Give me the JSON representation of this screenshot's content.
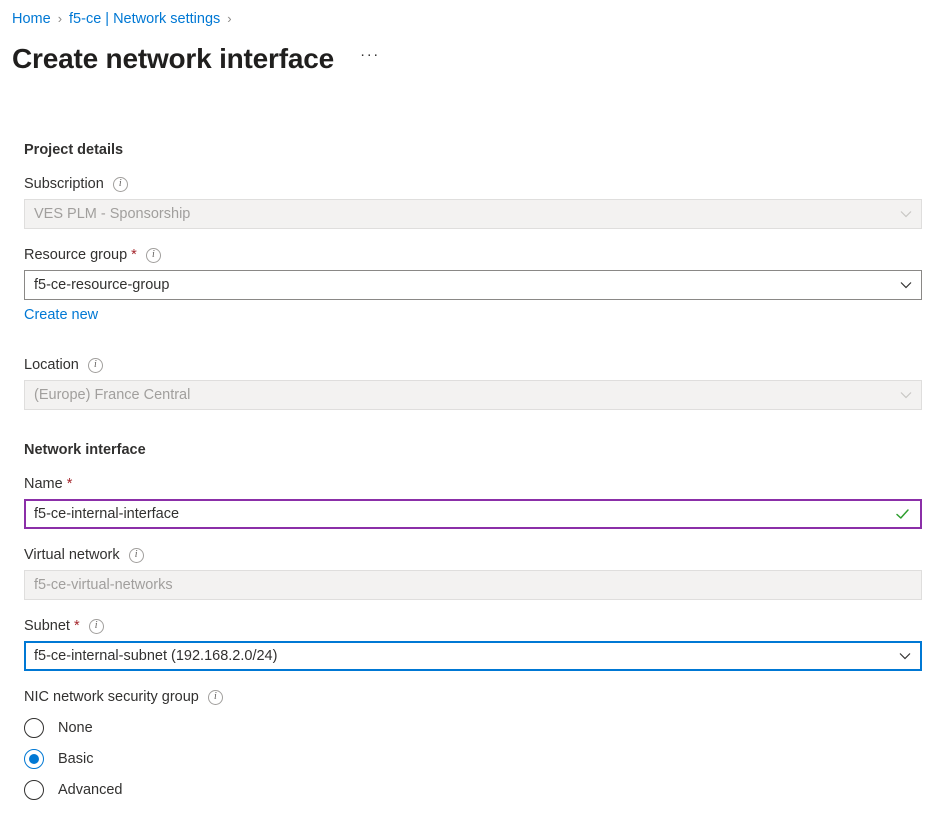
{
  "breadcrumb": {
    "items": [
      {
        "label": "Home"
      },
      {
        "label": "f5-ce | Network settings"
      }
    ],
    "separator": "›"
  },
  "header": {
    "title": "Create network interface",
    "more_menu": "···"
  },
  "colors": {
    "accent_blue": "#0078d4",
    "required_red": "#a4262c",
    "valid_purple": "#8b2fa8",
    "valid_green": "#107c10",
    "disabled_bg": "#f3f2f1"
  },
  "sections": {
    "project_details": {
      "heading": "Project details",
      "subscription": {
        "label": "Subscription",
        "value": "VES PLM - Sponsorship",
        "disabled": true
      },
      "resource_group": {
        "label": "Resource group",
        "required_mark": "*",
        "value": "f5-ce-resource-group",
        "create_new": "Create new"
      },
      "location": {
        "label": "Location",
        "value": "(Europe) France Central",
        "disabled": true
      }
    },
    "network_interface": {
      "heading": "Network interface",
      "name": {
        "label": "Name",
        "required_mark": "*",
        "value": "f5-ce-internal-interface"
      },
      "virtual_network": {
        "label": "Virtual network",
        "value": "f5-ce-virtual-networks",
        "disabled": true
      },
      "subnet": {
        "label": "Subnet",
        "required_mark": "*",
        "value": "f5-ce-internal-subnet (192.168.2.0/24)"
      },
      "nic_nsg": {
        "label": "NIC network security group",
        "options": [
          {
            "label": "None",
            "selected": false
          },
          {
            "label": "Basic",
            "selected": true
          },
          {
            "label": "Advanced",
            "selected": false
          }
        ]
      }
    }
  },
  "icons": {
    "info": "i"
  }
}
